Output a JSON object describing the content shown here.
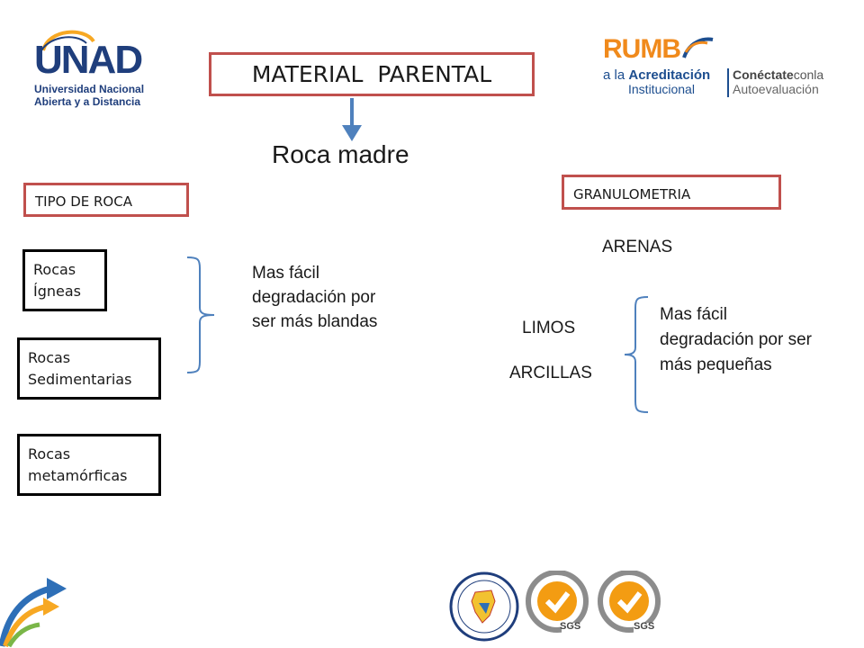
{
  "logo_left": {
    "letters": "UNAD",
    "line1": "Universidad Nacional",
    "line2": "Abierta y a Distancia"
  },
  "logo_right": {
    "brand": "RUMB",
    "line1_pre": "a la ",
    "line1_bold": "Acreditación",
    "line2": "Institucional",
    "right_line1_bold": "Conéctate",
    "right_line1_rest": "conla",
    "right_line2": "Autoevaluación"
  },
  "title": "MATERIAL  PARENTAL",
  "subtitle": "Roca madre",
  "left": {
    "header": "TIPO DE ROCA",
    "rocks": [
      "Rocas Ígneas",
      "Rocas Sedimentarias",
      "Rocas metamórficas"
    ],
    "note": "Mas fácil degradación por ser más blandas"
  },
  "right": {
    "header": "GRANULOMETRIA",
    "arenas": "ARENAS",
    "limos": "LIMOS",
    "arcillas": "ARCILLAS",
    "note": "Mas fácil degradación por ser más pequeñas"
  },
  "seals": {
    "sgs": "SGS"
  },
  "colors": {
    "box_border_red": "#c0504d",
    "arrow_blue": "#4f81bd",
    "bracket_blue": "#4f81bd",
    "unad_blue": "#1f3e7c",
    "unad_orange": "#f7a823",
    "rumbo_orange": "#f08a1c",
    "rumbo_blue": "#1d4e8f"
  }
}
